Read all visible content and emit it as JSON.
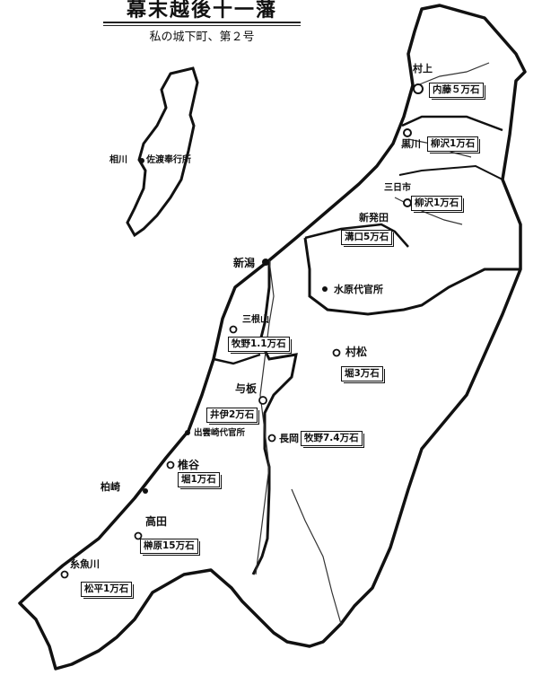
{
  "header": {
    "title": "幕末越後十一藩",
    "subtitle": "私の城下町、第２号"
  },
  "places": {
    "aikawa": "相川",
    "sado_bugyo": "佐渡奉行所",
    "murakami": "村上",
    "kurokawa": "黒川",
    "mikkaichi": "三日市",
    "shibata": "新発田",
    "niigata": "新潟",
    "suibara_daikan": "水原代官所",
    "mineyama": "三根山",
    "muramatsu": "村松",
    "yoita": "与板",
    "izumozaki_daikan": "出雲崎代官所",
    "nagaoka": "長岡",
    "shiiya": "椎谷",
    "kashiwazaki": "柏崎",
    "takada": "高田",
    "itoigawa": "糸魚川"
  },
  "domains": {
    "murakami": "内藤５万石",
    "kurokawa": "柳沢1万石",
    "mikkaichi": "柳沢1万石",
    "shibata": "溝口5万石",
    "mineyama": "牧野1.1万石",
    "muramatsu": "堀3万石",
    "yoita": "井伊2万石",
    "nagaoka": "牧野7.4万石",
    "shiiya": "堀1万石",
    "takada": "榊原15万石",
    "itoigawa": "松平1万石"
  }
}
